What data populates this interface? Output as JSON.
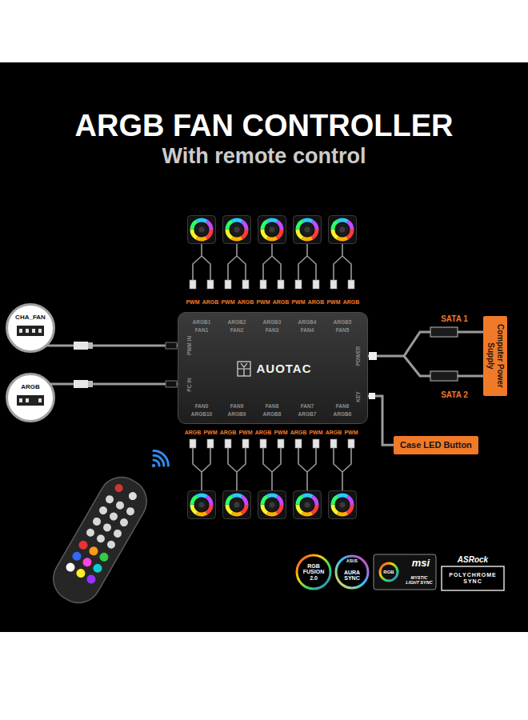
{
  "diagram": {
    "title": "ARGB FAN CONTROLLER",
    "nodes": [
      {
        "text": [
          "AUOTAC"
        ]
      },
      {
        "text": [
          "CHA_FAN"
        ]
      },
      {
        "text": [
          "ARGB"
        ]
      },
      {
        "text": [
          "Computer Power Supply"
        ]
      },
      {
        "text": [
          "Case LED Button"
        ]
      }
    ],
    "edges": [
      {
        "from": 1,
        "to": 0,
        "arrow": "none"
      },
      {
        "from": 2,
        "to": 0,
        "arrow": "none"
      },
      {
        "from": 0,
        "to": 3,
        "arrow": "none"
      },
      {
        "from": 0,
        "to": 4,
        "arrow": "none"
      }
    ],
    "labels": [
      "With remote control",
      "PWM",
      "ARGB",
      "PWM",
      "ARGB",
      "PWM",
      "ARGB",
      "PWM",
      "ARGB",
      "PWM",
      "ARGB",
      "ARGB1",
      "FAN1",
      "ARGB2",
      "FAN2",
      "ARGB3",
      "FAN3",
      "ARGB4",
      "FAN4",
      "ARGB5",
      "FAN5",
      "PWM IN",
      "PC IN",
      "POWER",
      "KEY",
      "FAN0",
      "ARGB10",
      "FAN9",
      "ARGB9",
      "FAN8",
      "ARGB8",
      "FAN7",
      "ARGB7",
      "FAN6",
      "ARGB6",
      "ARGB",
      "PWM",
      "ARGB",
      "PWM",
      "ARGB",
      "PWM",
      "ARGB",
      "PWM",
      "ARGB",
      "PWM",
      "SATA 1",
      "SATA 2",
      "RGB FUSION 2.0",
      "ASUS",
      "AURA SYNC",
      "RGB",
      "msi",
      "MYSTIC LIGHT SYNC",
      "ASRock",
      "POLYCHROME SYNC"
    ]
  }
}
